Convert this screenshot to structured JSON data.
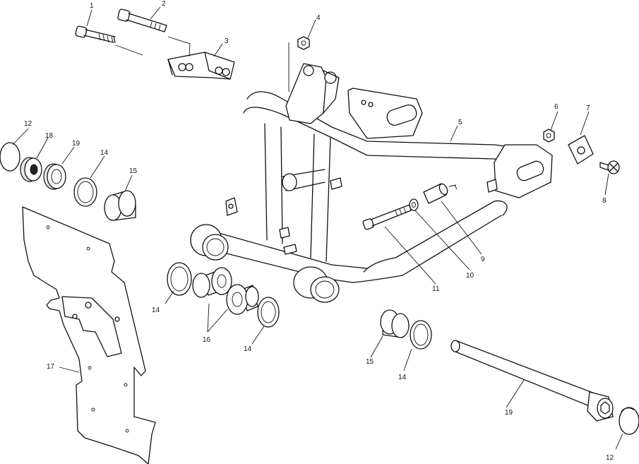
{
  "callouts": [
    {
      "id": "c1",
      "text": "1"
    },
    {
      "id": "c2",
      "text": "2"
    },
    {
      "id": "c3",
      "text": "3"
    },
    {
      "id": "c4",
      "text": "4"
    },
    {
      "id": "c5",
      "text": "5"
    },
    {
      "id": "c6",
      "text": "6"
    },
    {
      "id": "c7",
      "text": "7"
    },
    {
      "id": "c8",
      "text": "8"
    },
    {
      "id": "c9",
      "text": "9"
    },
    {
      "id": "c10",
      "text": "10"
    },
    {
      "id": "c11",
      "text": "11"
    },
    {
      "id": "c12a",
      "text": "12"
    },
    {
      "id": "c12b",
      "text": "12"
    },
    {
      "id": "c14a",
      "text": "14"
    },
    {
      "id": "c14b",
      "text": "14"
    },
    {
      "id": "c14c",
      "text": "14"
    },
    {
      "id": "c14d",
      "text": "14"
    },
    {
      "id": "c15a",
      "text": "15"
    },
    {
      "id": "c15b",
      "text": "15"
    },
    {
      "id": "c16",
      "text": "16"
    },
    {
      "id": "c17",
      "text": "17"
    },
    {
      "id": "c18",
      "text": "18"
    },
    {
      "id": "c19a",
      "text": "19"
    },
    {
      "id": "c19b",
      "text": "19"
    }
  ]
}
